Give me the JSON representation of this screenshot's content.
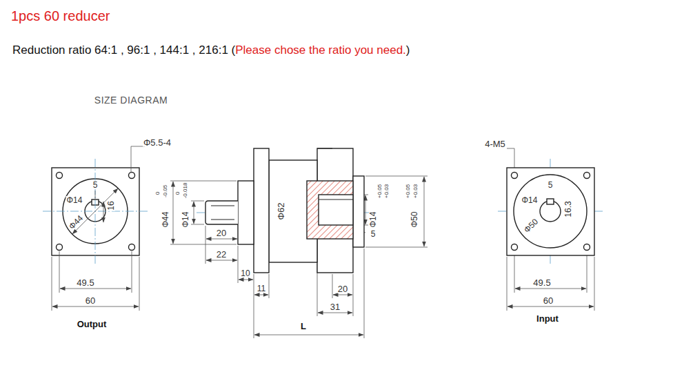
{
  "diagram": {
    "title": "1pcs 60 reducer",
    "labels": [
      "Reduction ratio 64:1 , 96:1 , 144:1 , 216:1 (",
      "Please chose the ratio you need.",
      ")",
      "SIZE DIAGRAM",
      "Φ5.5-4",
      "5",
      "Φ14",
      "16",
      "Φ44",
      "49.5",
      "60",
      "Output",
      "Φ44",
      "0",
      "-0.05",
      "Φ14",
      "0",
      "-0.018",
      "Φ62",
      "20",
      "22",
      "10",
      "11",
      "L",
      "20",
      "31",
      "5",
      "Φ14",
      "+0.05",
      "+0.03",
      "Φ50",
      "+0.05",
      "+0.03",
      "4-M5",
      "5",
      "Φ14",
      "16.3",
      "Φ50",
      "49.5",
      "60",
      "Input"
    ]
  }
}
